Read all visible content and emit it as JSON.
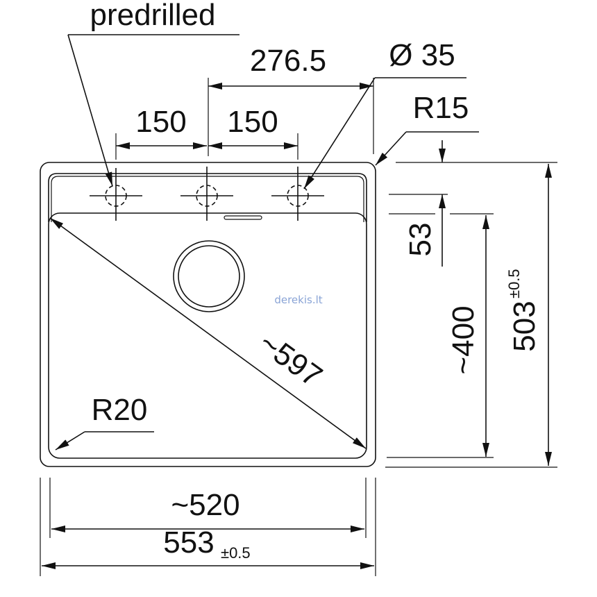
{
  "labels": {
    "predrilled": "predrilled",
    "hole_spacing_total": "276.5",
    "hole_diameter": "Ø 35",
    "corner_radius_outer": "R15",
    "hole_spacing_left": "150",
    "hole_spacing_right": "150",
    "ledge_depth": "53",
    "bowl_depth": "~400",
    "overall_depth": "503",
    "overall_depth_tolerance": "±0.5",
    "diagonal": "~597",
    "corner_radius_inner": "R20",
    "bowl_width": "~520",
    "overall_width": "553",
    "overall_width_tolerance": "±0.5"
  },
  "watermark": "derekis.lt",
  "colors": {
    "line": "#111111",
    "watermark": "#8aa4d6"
  }
}
